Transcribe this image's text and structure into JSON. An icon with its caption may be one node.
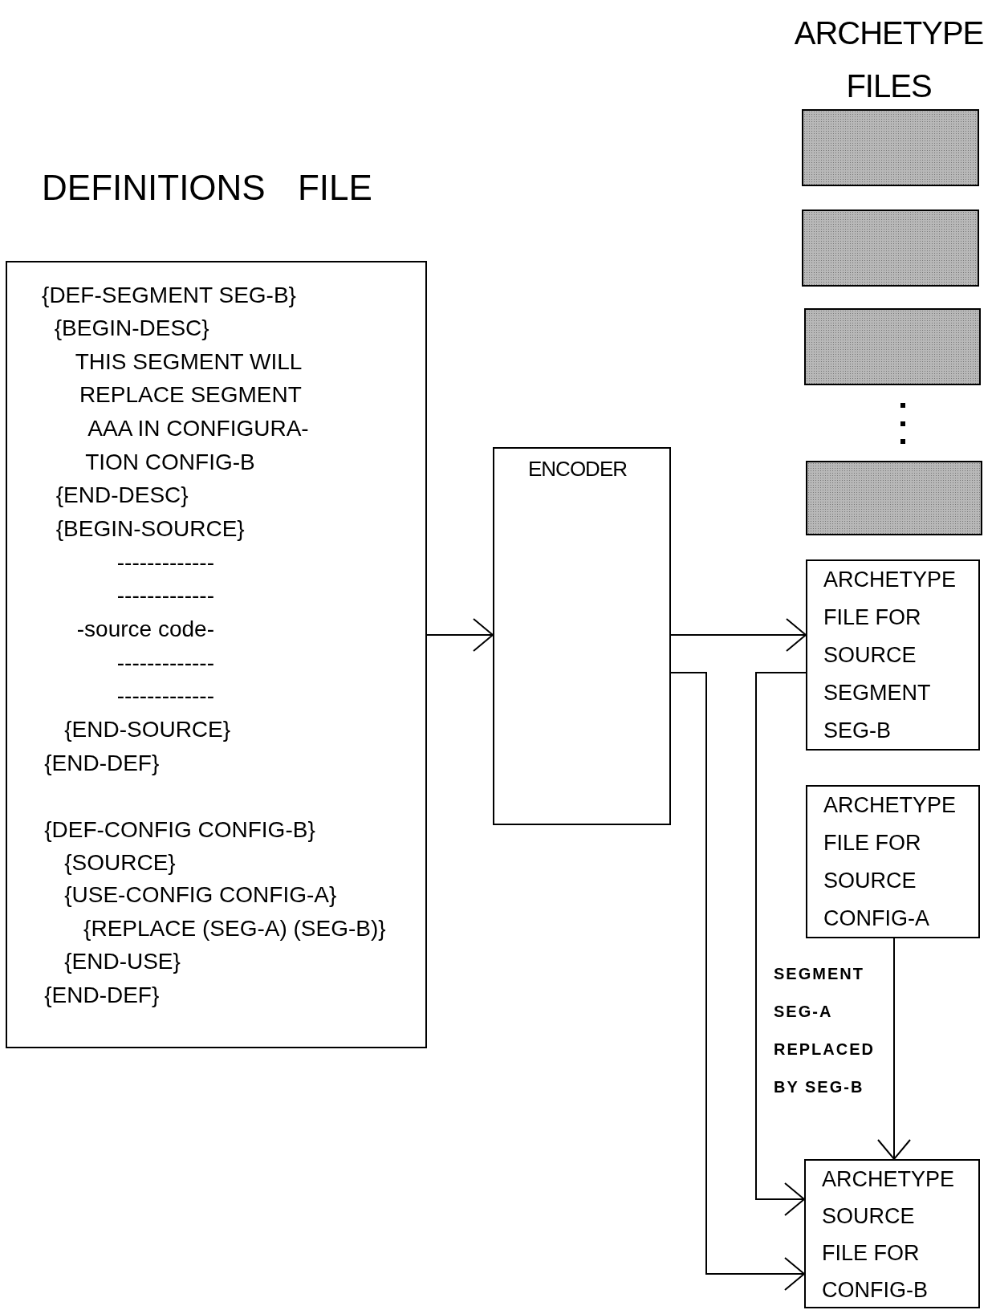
{
  "diagram": {
    "nodes": [
      {
        "text": [
          "DEFINITIONS FILE",
          "{DEF-SEGMENT SEG-B}",
          "{BEGIN-DESC}",
          "THIS SEGMENT WILL",
          "REPLACE SEGMENT",
          "AAA IN CONFIGURA-",
          "TION CONFIG-B",
          "{END-DESC}",
          "{BEGIN-SOURCE}",
          "-------------",
          "-------------",
          "-source code-",
          "-------------",
          "-------------",
          "{END-SOURCE}",
          "{END-DEF}",
          "{DEF-CONFIG CONFIG-B}",
          "{SOURCE}",
          "{USE-CONFIG CONFIG-A}",
          "{REPLACE (SEG-A) (SEG-B)}",
          "{END-USE}",
          "{END-DEF}"
        ]
      },
      {
        "text": [
          "ENCODER"
        ]
      },
      {
        "text": [],
        "shape": "box"
      },
      {
        "text": [],
        "shape": "box"
      },
      {
        "text": [],
        "shape": "box"
      },
      {
        "text": [],
        "shape": "box"
      },
      {
        "text": [
          "ARCHETYPE FILE FOR SOURCE SEGMENT SEG-B"
        ]
      },
      {
        "text": [
          "ARCHETYPE FILE FOR SOURCE CONFIG-A"
        ]
      },
      {
        "text": [
          "ARCHETYPE SOURCE FILE FOR CONFIG-B"
        ]
      }
    ],
    "edges": [
      {
        "from": 0,
        "to": 1,
        "arrow": "to"
      },
      {
        "from": 1,
        "to": 6,
        "arrow": "to"
      },
      {
        "from": 1,
        "to": 8,
        "arrow": "to"
      },
      {
        "from": 6,
        "to": 8,
        "arrow": "to"
      },
      {
        "from": 7,
        "to": 8,
        "arrow": "to",
        "label": "SEGMENT SEG-A REPLACED BY SEG-B"
      }
    ],
    "labels": [
      "ARCHETYPE FILES"
    ]
  }
}
